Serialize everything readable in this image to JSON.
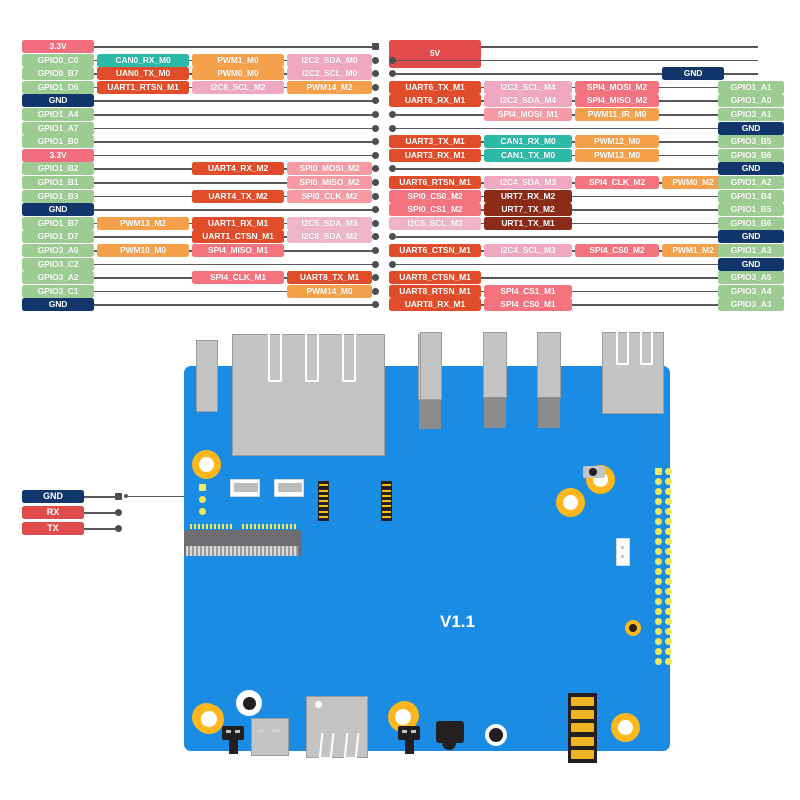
{
  "title": "GPIO Pinout Diagram",
  "colors": {
    "gpio": "#9ccc92",
    "gnd": "#11366b",
    "v33": "#f26d7d",
    "v5": "#e24b4b",
    "uart_dark": "#8c2b18",
    "uart": "#e14d2a",
    "uart_light": "#e0573a",
    "pwm": "#f5a04a",
    "i2c": "#f0a7c0",
    "i2c_light": "#eeb4c8",
    "spi": "#f4737f",
    "spi_light": "#f79aa4",
    "can": "#2db9a8",
    "pcb": "#1b8ce3",
    "pin": "#f2e85c",
    "wire": "#58585a"
  },
  "pinout": {
    "rows": [
      {
        "left": [
          {
            "t": "3.3V",
            "c": "v33"
          }
        ],
        "right": [
          {
            "t": "5V",
            "c": "v5",
            "tall": true
          }
        ]
      },
      {
        "left": [
          {
            "t": "GPIO0_C0",
            "c": "gpio"
          },
          {
            "t": "CAN0_RX_M0",
            "c": "can"
          },
          {
            "t": "PWM1_M0",
            "c": "pwm"
          },
          {
            "t": "I2C2_SDA_M0",
            "c": "i2c"
          }
        ],
        "right": []
      },
      {
        "left": [
          {
            "t": "GPIO0_B7",
            "c": "gpio"
          },
          {
            "t": "UAN0_TX_M0",
            "c": "uart"
          },
          {
            "t": "PWM0_M0",
            "c": "pwm"
          },
          {
            "t": "I2C2_SCL_M0",
            "c": "i2c"
          }
        ],
        "right": [
          {
            "t": "",
            "c": "none"
          },
          {
            "t": "",
            "c": "none"
          },
          {
            "t": "",
            "c": "none"
          },
          {
            "t": "GND",
            "c": "gnd"
          }
        ]
      },
      {
        "left": [
          {
            "t": "GPIO1_D6",
            "c": "gpio"
          },
          {
            "t": "UART1_RTSN_M1",
            "c": "uart"
          },
          {
            "t": "I2C8_SCL_M2",
            "c": "i2c"
          },
          {
            "t": "PWM14_M2",
            "c": "pwm"
          }
        ],
        "right": [
          {
            "t": "UART6_TX_M1",
            "c": "uart"
          },
          {
            "t": "I2C2_SCL_M4",
            "c": "i2c"
          },
          {
            "t": "SPI4_MOSI_M2",
            "c": "spi"
          },
          {
            "t": "",
            "c": "none"
          },
          {
            "t": "GPIO1_A1",
            "c": "gpio"
          }
        ]
      },
      {
        "left": [
          {
            "t": "GND",
            "c": "gnd"
          }
        ],
        "right": [
          {
            "t": "UART6_RX_M1",
            "c": "uart"
          },
          {
            "t": "I2C2_SDA_M4",
            "c": "i2c"
          },
          {
            "t": "SPI4_MISO_M2",
            "c": "spi"
          },
          {
            "t": "",
            "c": "none"
          },
          {
            "t": "GPIO1_A0",
            "c": "gpio"
          }
        ]
      },
      {
        "left": [
          {
            "t": "GPIO1_A4",
            "c": "gpio"
          }
        ],
        "right": [
          {
            "t": "",
            "c": "none"
          },
          {
            "t": "SPI4_MOSI_M1",
            "c": "spi_light"
          },
          {
            "t": "PWM11_IR_M0",
            "c": "pwm"
          },
          {
            "t": "",
            "c": "none"
          },
          {
            "t": "GPIO3_A1",
            "c": "gpio"
          }
        ]
      },
      {
        "left": [
          {
            "t": "GPIO1_A7",
            "c": "gpio"
          }
        ],
        "right": [
          {
            "t": "",
            "c": "none"
          },
          {
            "t": "",
            "c": "none"
          },
          {
            "t": "",
            "c": "none"
          },
          {
            "t": "",
            "c": "none"
          },
          {
            "t": "GND",
            "c": "gnd"
          }
        ]
      },
      {
        "left": [
          {
            "t": "GPIO1_B0",
            "c": "gpio"
          }
        ],
        "right": [
          {
            "t": "UART3_TX_M1",
            "c": "uart"
          },
          {
            "t": "CAN1_RX_M0",
            "c": "can"
          },
          {
            "t": "PWM12_M0",
            "c": "pwm"
          },
          {
            "t": "",
            "c": "none"
          },
          {
            "t": "GPIO3_B5",
            "c": "gpio"
          }
        ]
      },
      {
        "left": [
          {
            "t": "3.3V",
            "c": "v33"
          }
        ],
        "right": [
          {
            "t": "UART3_RX_M1",
            "c": "uart"
          },
          {
            "t": "CAN1_TX_M0",
            "c": "can"
          },
          {
            "t": "PWM13_M0",
            "c": "pwm"
          },
          {
            "t": "",
            "c": "none"
          },
          {
            "t": "GPIO3_B6",
            "c": "gpio"
          }
        ]
      },
      {
        "left": [
          {
            "t": "GPIO1_B2",
            "c": "gpio"
          },
          {
            "t": "",
            "c": "none"
          },
          {
            "t": "UART4_RX_M2",
            "c": "uart"
          },
          {
            "t": "SPI0_MOSI_M2",
            "c": "spi_light"
          }
        ],
        "right": [
          {
            "t": "",
            "c": "none"
          },
          {
            "t": "",
            "c": "none"
          },
          {
            "t": "",
            "c": "none"
          },
          {
            "t": "",
            "c": "none"
          },
          {
            "t": "GND",
            "c": "gnd"
          }
        ]
      },
      {
        "left": [
          {
            "t": "GPIO1_B1",
            "c": "gpio"
          },
          {
            "t": "",
            "c": "none"
          },
          {
            "t": "",
            "c": "none"
          },
          {
            "t": "SPI0_MISO_M2",
            "c": "spi_light"
          }
        ],
        "right": [
          {
            "t": "UART6_RTSN_M1",
            "c": "uart"
          },
          {
            "t": "I2C4_SDA_M3",
            "c": "i2c"
          },
          {
            "t": "SPI4_CLK_M2",
            "c": "spi"
          },
          {
            "t": "PWM0_M2",
            "c": "pwm"
          },
          {
            "t": "GPIO1_A2",
            "c": "gpio"
          }
        ]
      },
      {
        "left": [
          {
            "t": "GPIO1_B3",
            "c": "gpio"
          },
          {
            "t": "",
            "c": "none"
          },
          {
            "t": "UART4_TX_M2",
            "c": "uart"
          },
          {
            "t": "SPI0_CLK_M2",
            "c": "spi_light"
          }
        ],
        "right": [
          {
            "t": "SPI0_CS0_M2",
            "c": "spi"
          },
          {
            "t": "URT7_RX_M2",
            "c": "uart_dark"
          },
          {
            "t": "",
            "c": "none"
          },
          {
            "t": "",
            "c": "none"
          },
          {
            "t": "GPIO1_B4",
            "c": "gpio"
          }
        ]
      },
      {
        "left": [
          {
            "t": "GND",
            "c": "gnd"
          }
        ],
        "right": [
          {
            "t": "SPI0_CS1_M2",
            "c": "spi"
          },
          {
            "t": "URT7_TX_M2",
            "c": "uart_dark"
          },
          {
            "t": "",
            "c": "none"
          },
          {
            "t": "",
            "c": "none"
          },
          {
            "t": "GPIO1_B5",
            "c": "gpio"
          }
        ]
      },
      {
        "left": [
          {
            "t": "GPIO1_B7",
            "c": "gpio"
          },
          {
            "t": "PWM13_M2",
            "c": "pwm"
          },
          {
            "t": "UART1_RX_M1",
            "c": "uart"
          },
          {
            "t": "I2C5_SDA_M3",
            "c": "i2c_light"
          }
        ],
        "right": [
          {
            "t": "I2C5_SCL_M3",
            "c": "i2c_light"
          },
          {
            "t": "URT1_TX_M1",
            "c": "uart_dark"
          },
          {
            "t": "",
            "c": "none"
          },
          {
            "t": "",
            "c": "none"
          },
          {
            "t": "GPIO1_B6",
            "c": "gpio"
          }
        ]
      },
      {
        "left": [
          {
            "t": "GPIO1_D7",
            "c": "gpio"
          },
          {
            "t": "",
            "c": "none"
          },
          {
            "t": "UART1_CTSN_M1",
            "c": "uart"
          },
          {
            "t": "I2C8_SDA_M2",
            "c": "i2c_light"
          }
        ],
        "right": [
          {
            "t": "",
            "c": "none"
          },
          {
            "t": "",
            "c": "none"
          },
          {
            "t": "",
            "c": "none"
          },
          {
            "t": "",
            "c": "none"
          },
          {
            "t": "GND",
            "c": "gnd"
          }
        ]
      },
      {
        "left": [
          {
            "t": "GPIO3_A0",
            "c": "gpio"
          },
          {
            "t": "PWM10_M0",
            "c": "pwm"
          },
          {
            "t": "SPI4_MISO_M1",
            "c": "spi"
          },
          {
            "t": "",
            "c": "none"
          }
        ],
        "right": [
          {
            "t": "UART6_CTSN_M1",
            "c": "uart"
          },
          {
            "t": "I2C4_SCL_M3",
            "c": "i2c"
          },
          {
            "t": "SPI4_CS0_M2",
            "c": "spi"
          },
          {
            "t": "PWM1_M2",
            "c": "pwm"
          },
          {
            "t": "GPIO1_A3",
            "c": "gpio"
          }
        ]
      },
      {
        "left": [
          {
            "t": "GPIO3_C2",
            "c": "gpio"
          }
        ],
        "right": [
          {
            "t": "",
            "c": "none"
          },
          {
            "t": "",
            "c": "none"
          },
          {
            "t": "",
            "c": "none"
          },
          {
            "t": "",
            "c": "none"
          },
          {
            "t": "GND",
            "c": "gnd"
          }
        ]
      },
      {
        "left": [
          {
            "t": "GPIO3_A2",
            "c": "gpio"
          },
          {
            "t": "",
            "c": "none"
          },
          {
            "t": "SPI4_CLK_M1",
            "c": "spi"
          },
          {
            "t": "UART8_TX_M1",
            "c": "uart"
          }
        ],
        "right": [
          {
            "t": "UART8_CTSN_M1",
            "c": "uart"
          },
          {
            "t": "",
            "c": "none"
          },
          {
            "t": "",
            "c": "none"
          },
          {
            "t": "",
            "c": "none"
          },
          {
            "t": "GPIO3_A5",
            "c": "gpio"
          }
        ]
      },
      {
        "left": [
          {
            "t": "GPIO3_C1",
            "c": "gpio"
          },
          {
            "t": "",
            "c": "none"
          },
          {
            "t": "",
            "c": "none"
          },
          {
            "t": "PWM14_M0",
            "c": "pwm"
          }
        ],
        "right": [
          {
            "t": "UART8_RTSN_M1",
            "c": "uart"
          },
          {
            "t": "SPI4_CS1_M1",
            "c": "spi"
          },
          {
            "t": "",
            "c": "none"
          },
          {
            "t": "",
            "c": "none"
          },
          {
            "t": "GPIO3_A4",
            "c": "gpio"
          }
        ]
      },
      {
        "left": [
          {
            "t": "GND",
            "c": "gnd"
          }
        ],
        "right": [
          {
            "t": "UART8_RX_M1",
            "c": "uart"
          },
          {
            "t": "SPI4_CS0_M1",
            "c": "spi"
          },
          {
            "t": "",
            "c": "none"
          },
          {
            "t": "",
            "c": "none"
          },
          {
            "t": "GPIO3_A3",
            "c": "gpio"
          }
        ]
      }
    ]
  },
  "debug_uart": {
    "pins": [
      {
        "t": "GND",
        "c": "gnd"
      },
      {
        "t": "RX",
        "c": "v5"
      },
      {
        "t": "TX",
        "c": "v5"
      }
    ]
  },
  "board": {
    "version_label": "V1.1"
  }
}
